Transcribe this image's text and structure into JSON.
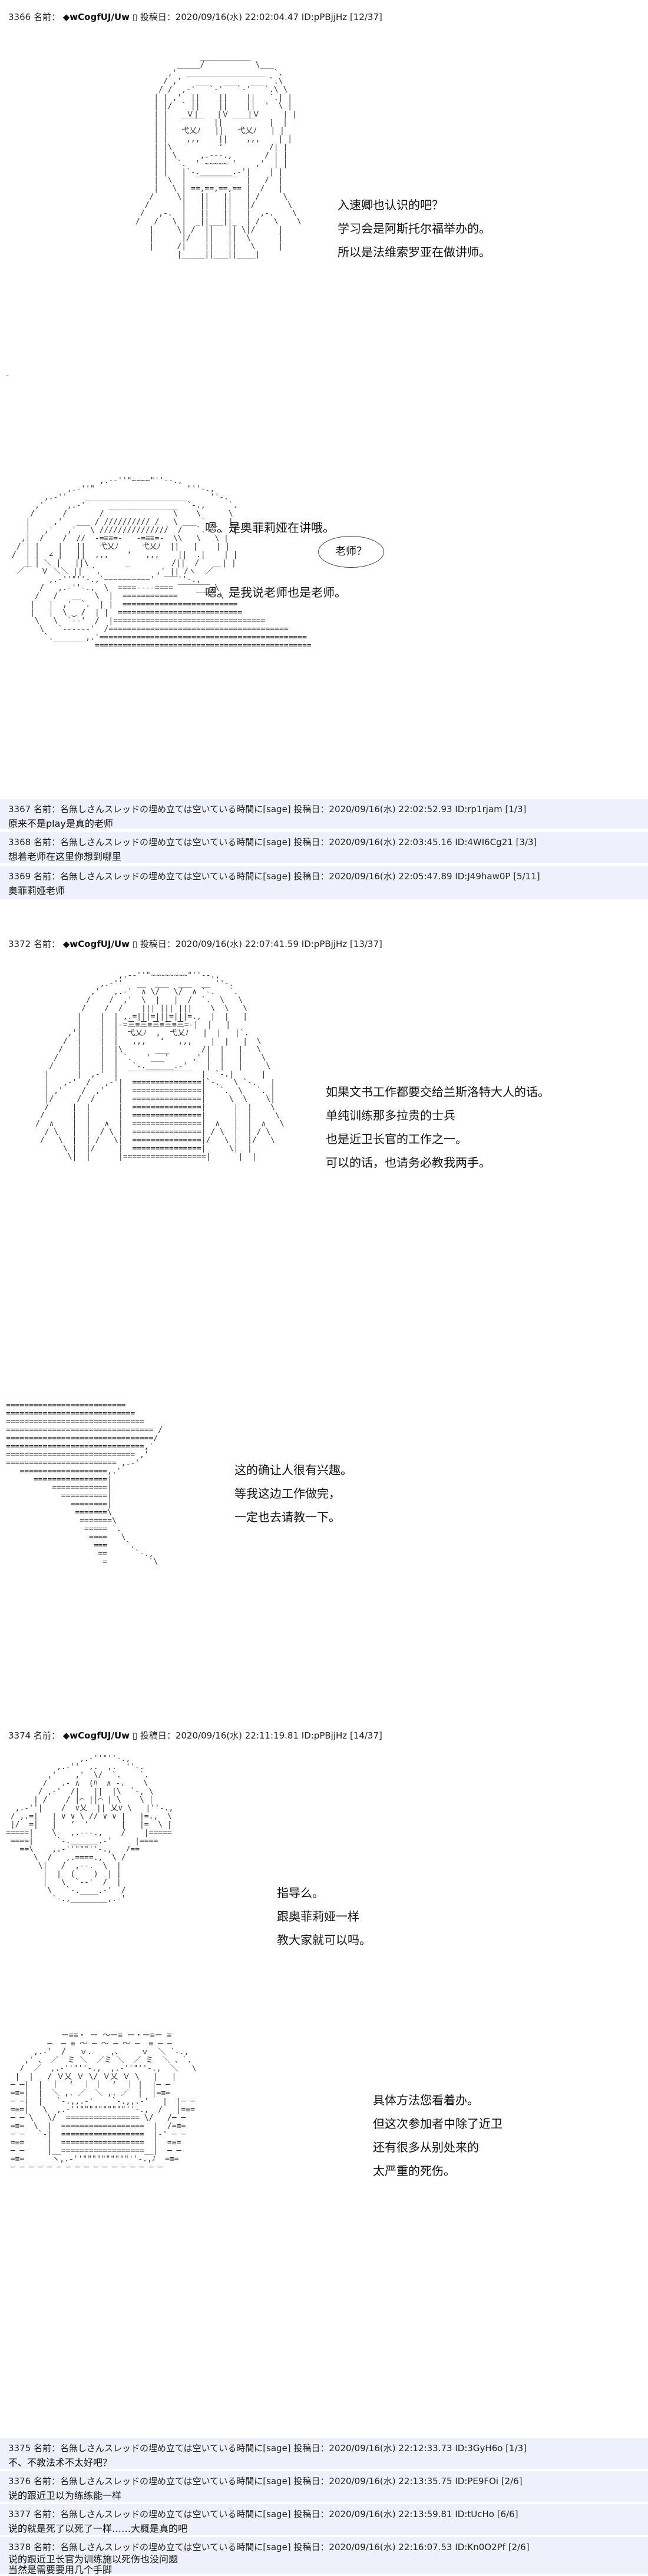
{
  "posts": [
    {
      "header": {
        "num": "3366",
        "label": "名前：",
        "name": "◆wCogfUJ/Uw",
        "icon": "mail-icon",
        "date": "投稿日：2020/09/16(水) 22:02:04.47",
        "id": "ID:pPBjjHz",
        "count": "[12/37]"
      },
      "lines": [
        "入速卿也认识的吧？",
        "学习会是阿斯托尔福举办的。",
        "所以是法维索罗亚在做讲师。"
      ]
    },
    {
      "lines": [
        "嗯。是奥菲莉娅在讲哦。",
        "嗯。是我说老师也是老师。"
      ],
      "bubble": "老师？"
    },
    {
      "header": {
        "num": "3372",
        "label": "名前：",
        "name": "◆wCogfUJ/Uw",
        "icon": "mail-icon",
        "date": "投稿日：2020/09/16(水) 22:07:41.59",
        "id": "ID:pPBjjHz",
        "count": "[13/37]"
      },
      "lines": [
        "如果文书工作都要交给兰斯洛特大人的话。",
        "单纯训练那多拉贵的士兵",
        "也是近卫长官的工作之一。",
        "可以的话，也请务必教我两手。"
      ]
    },
    {
      "lines": [
        "这的确让人很有兴趣。",
        "等我这边工作做完，",
        "一定也去请教一下。"
      ]
    },
    {
      "header": {
        "num": "3374",
        "label": "名前：",
        "name": "◆wCogfUJ/Uw",
        "icon": "mail-icon",
        "date": "投稿日：2020/09/16(水) 22:11:19.81",
        "id": "ID:pPBjjHz",
        "count": "[14/37]"
      },
      "lines": [
        "指导么。",
        "跟奥菲莉娅一样",
        "教大家就可以吗。"
      ]
    },
    {
      "lines": [
        "具体方法您看着办。",
        "但这次参加者中除了近卫",
        "还有很多从别处来的",
        "太严重的死伤。"
      ]
    }
  ],
  "replies_a": [
    {
      "head": "3367 名前：名無しさんスレッドの埋め立ては空いている時間に[sage] 投稿日：2020/09/16(水) 22:02:52.93 ID:rp1rjam [1/3]",
      "body": "原来不是play是真的老师"
    },
    {
      "head": "3368 名前：名無しさんスレッドの埋め立ては空いている時間に[sage] 投稿日：2020/09/16(水) 22:03:45.16 ID:4WI6Cg21 [3/3]",
      "body": "想着老师在这里你想到哪里"
    },
    {
      "head": "3369 名前：名無しさんスレッドの埋め立ては空いている時間に[sage] 投稿日：2020/09/16(水) 22:05:47.89 ID:J49haw0P [5/11]",
      "body": "奥菲莉娅老师"
    }
  ],
  "replies_b": [
    {
      "head": "3375 名前：名無しさんスレッドの埋め立ては空いている時間に[sage] 投稿日：2020/09/16(水) 22:12:33.73 ID:3GyH6o [1/3]",
      "body": "不、不教法术不太好吧？"
    },
    {
      "head": "3376 名前：名無しさんスレッドの埋め立ては空いている時間に[sage] 投稿日：2020/09/16(水) 22:13:35.75 ID:PE9FOi [2/6]",
      "body": "说的跟近卫以为练练能一样"
    },
    {
      "head": "3377 名前：名無しさんスレッドの埋め立ては空いている時間に[sage] 投稿日：2020/09/16(水) 22:13:59.81 ID:tUcHo [6/6]",
      "body": "说的就是死了以死了一样……大概是真的吧"
    },
    {
      "head": "3378 名前：名無しさんスレッドの埋め立ては空いている時間に[sage] 投稿日：2020/09/16(水) 22:16:07.53 ID:Kn0O2Pf [2/6]",
      "body": "说的跟近卫长官为训练施以死伤也没问题",
      "body2": "当然是需要要用几个手脚"
    }
  ]
}
